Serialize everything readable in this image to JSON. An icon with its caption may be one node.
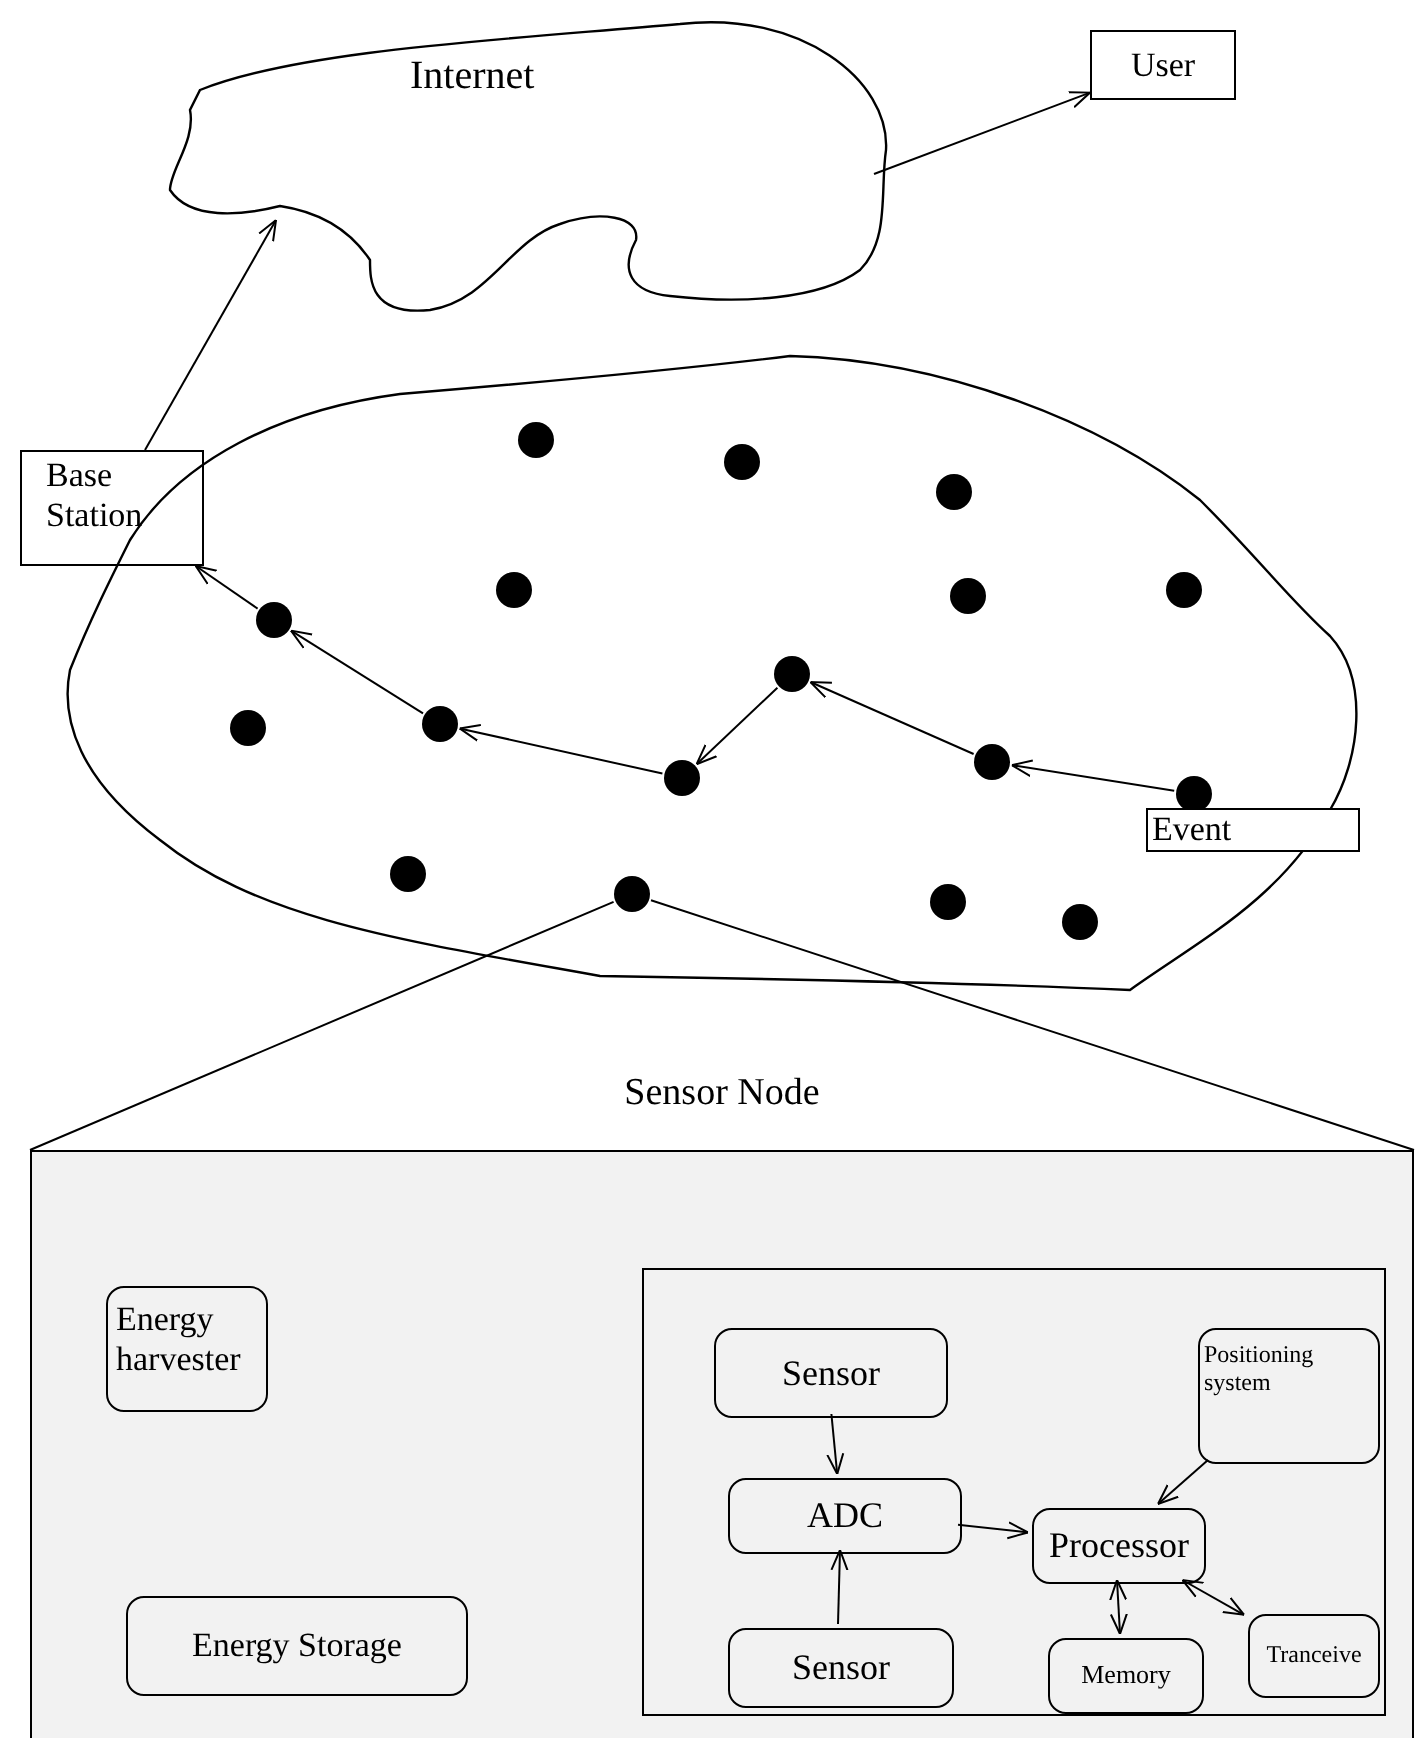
{
  "diagram": {
    "nodes": [
      {
        "text": [
          "Internet"
        ]
      },
      {
        "text": [
          "User"
        ]
      },
      {
        "text": [
          "Base Station"
        ]
      },
      {
        "text": [],
        "shape": "cloud"
      },
      {
        "text": [],
        "shape": "circle",
        "in": 3
      },
      {
        "text": [],
        "shape": "circle",
        "in": 3
      },
      {
        "text": [],
        "shape": "circle",
        "in": 3
      },
      {
        "text": [],
        "shape": "circle",
        "in": 3
      },
      {
        "text": [],
        "shape": "circle",
        "in": 3
      },
      {
        "text": [],
        "shape": "circle",
        "in": 3
      },
      {
        "text": [],
        "shape": "circle",
        "in": 3
      },
      {
        "text": [],
        "shape": "circle",
        "in": 3
      },
      {
        "text": [],
        "shape": "circle",
        "in": 3
      },
      {
        "text": [],
        "shape": "circle",
        "in": 3
      },
      {
        "text": [],
        "shape": "circle",
        "in": 3
      },
      {
        "text": [],
        "shape": "circle",
        "in": 3
      },
      {
        "text": [],
        "shape": "circle",
        "in": 3
      },
      {
        "text": [],
        "shape": "circle",
        "in": 3
      },
      {
        "text": [],
        "shape": "circle",
        "in": 3
      },
      {
        "text": [],
        "shape": "circle",
        "in": 3
      },
      {
        "text": [],
        "shape": "circle",
        "in": 3
      },
      {
        "text": [
          "Event"
        ],
        "in": 3
      },
      {
        "text": [
          "Sensor Node"
        ]
      },
      {
        "text": [
          "Energy harvester"
        ],
        "in": 22
      },
      {
        "text": [
          "Energy Storage"
        ],
        "in": 22
      },
      {
        "text": [],
        "shape": "box",
        "in": 22
      },
      {
        "text": [
          "Sensor"
        ],
        "in": 25
      },
      {
        "text": [
          "ADC"
        ],
        "in": 25
      },
      {
        "text": [
          "Processor"
        ],
        "in": 25
      },
      {
        "text": [
          "Positioning system"
        ],
        "in": 25
      },
      {
        "text": [
          "Sensor"
        ],
        "in": 25
      },
      {
        "text": [
          "Memory"
        ],
        "in": 25
      },
      {
        "text": [
          "Tranceive"
        ],
        "in": 25
      }
    ],
    "edges": [
      {
        "from": 2,
        "to": 0,
        "arrow": "to"
      },
      {
        "from": 0,
        "to": 1,
        "arrow": "to"
      },
      {
        "from": 10,
        "to": 2,
        "arrow": "to"
      },
      {
        "from": 12,
        "to": 10,
        "arrow": "to"
      },
      {
        "from": 15,
        "to": 12,
        "arrow": "to"
      },
      {
        "from": 11,
        "to": 15,
        "arrow": "to"
      },
      {
        "from": 14,
        "to": 11,
        "arrow": "to"
      },
      {
        "from": 16,
        "to": 14,
        "arrow": "to"
      },
      {
        "from": 18,
        "to": 22,
        "arrow": "none"
      },
      {
        "from": 18,
        "to": 22,
        "arrow": "none"
      },
      {
        "from": 26,
        "to": 27,
        "arrow": "to"
      },
      {
        "from": 30,
        "to": 27,
        "arrow": "to"
      },
      {
        "from": 27,
        "to": 28,
        "arrow": "to"
      },
      {
        "from": 29,
        "to": 28,
        "arrow": "to"
      },
      {
        "from": 28,
        "to": 31,
        "arrow": "both"
      },
      {
        "from": 28,
        "to": 32,
        "arrow": "both"
      }
    ]
  }
}
